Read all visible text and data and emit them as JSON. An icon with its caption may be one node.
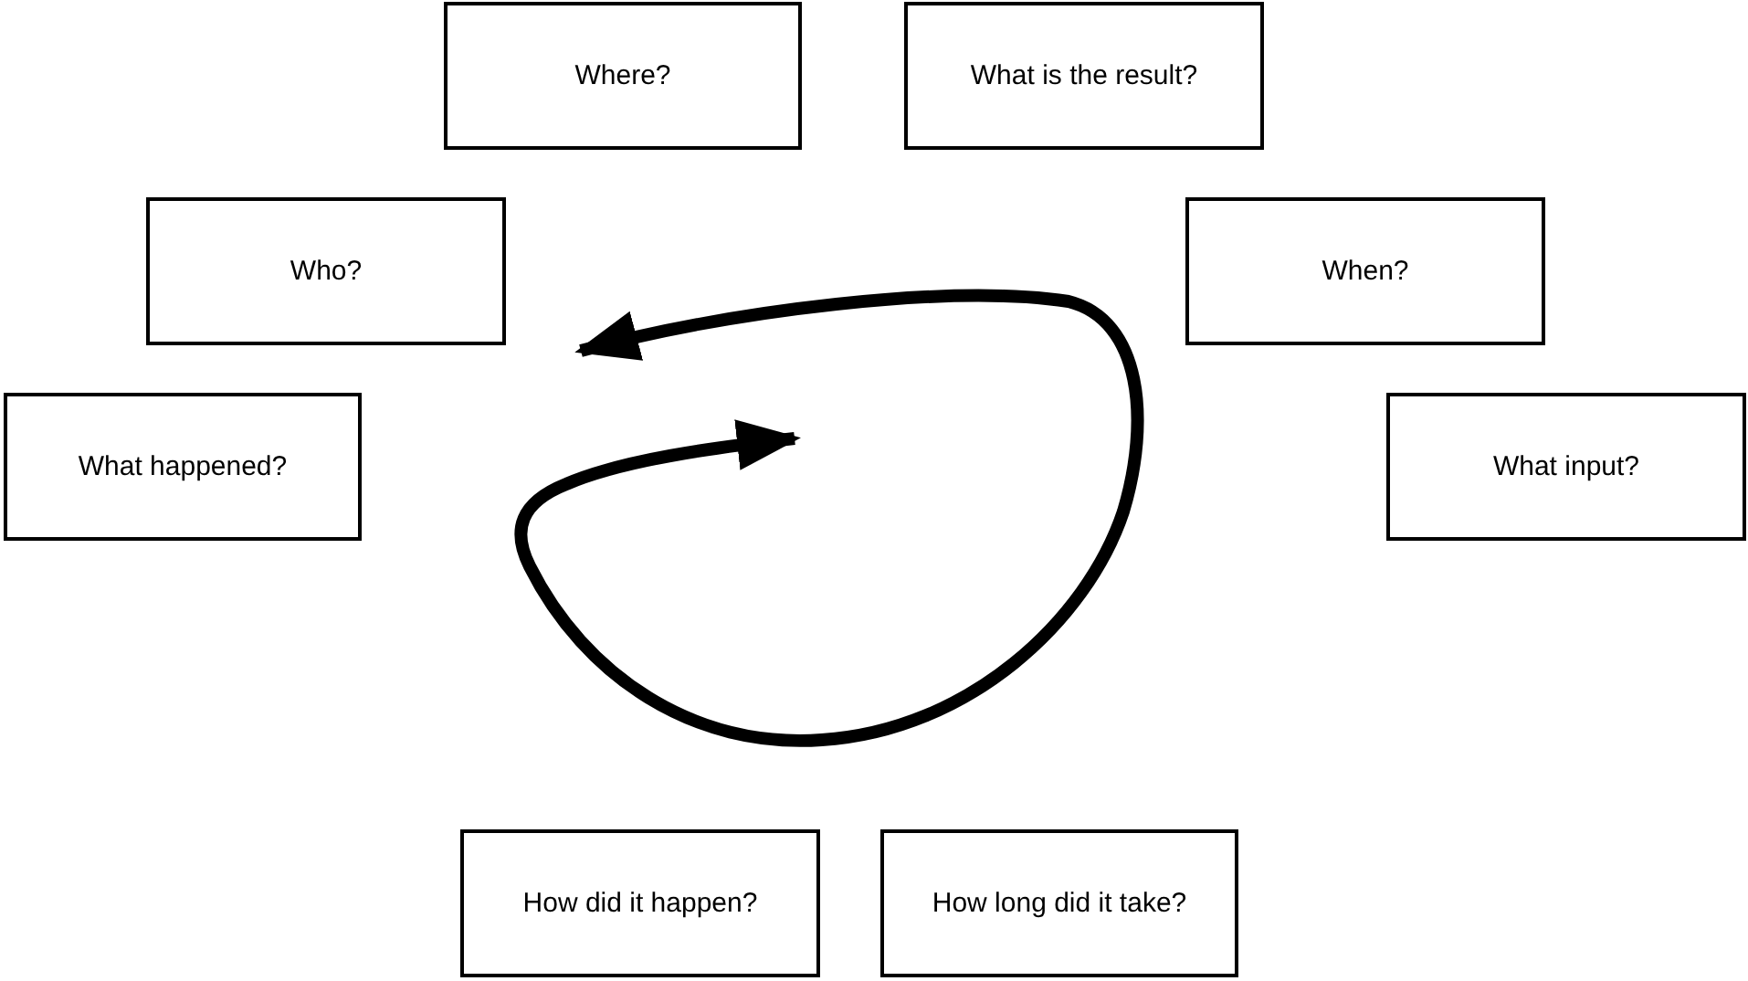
{
  "diagram": {
    "nodes": [
      {
        "text": [
          "Where?"
        ]
      },
      {
        "text": [
          "What is the result?"
        ]
      },
      {
        "text": [
          "Who?"
        ]
      },
      {
        "text": [
          "When?"
        ]
      },
      {
        "text": [
          "What happened?"
        ]
      },
      {
        "text": [
          "What input?"
        ]
      },
      {
        "text": [
          "How did it happen?"
        ]
      },
      {
        "text": [
          "How long did it take?"
        ]
      }
    ]
  }
}
